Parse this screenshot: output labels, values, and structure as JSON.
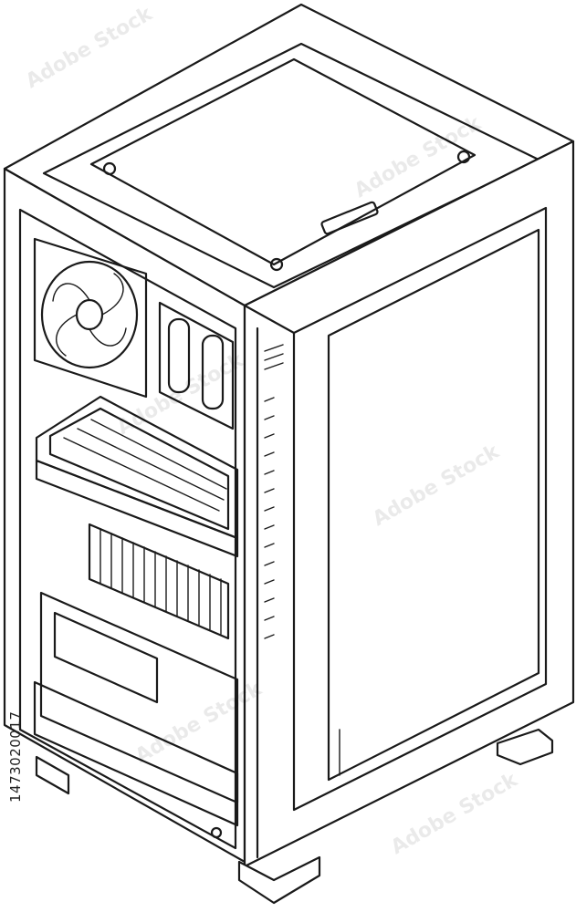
{
  "image": {
    "subject": "pc-tower-case-line-art",
    "stock_id": "1473020017",
    "watermark_text": "Adobe Stock"
  }
}
